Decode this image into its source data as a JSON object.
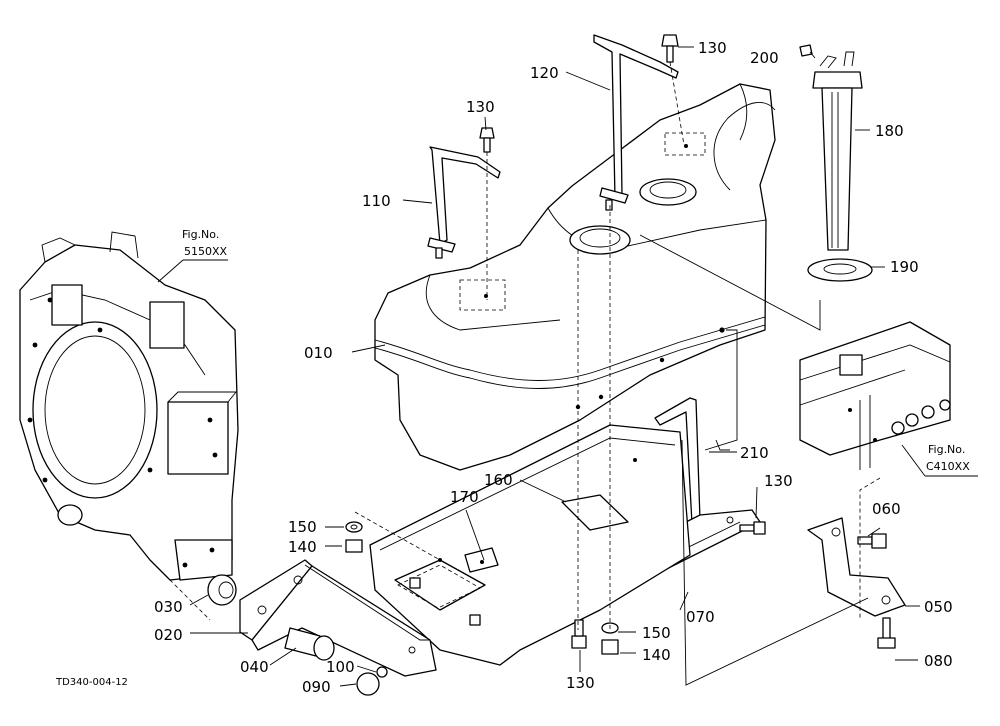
{
  "labels": {
    "p010": "010",
    "p020": "020",
    "p030": "030",
    "p040": "040",
    "p050": "050",
    "p060": "060",
    "p070": "070",
    "p080": "080",
    "p090": "090",
    "p100": "100",
    "p110": "110",
    "p120": "120",
    "p130a": "130",
    "p130b": "130",
    "p130c": "130",
    "p130d": "130",
    "p140a": "140",
    "p140b": "140",
    "p150a": "150",
    "p150b": "150",
    "p160": "160",
    "p170": "170",
    "p180": "180",
    "p190": "190",
    "p200": "200",
    "p210": "210"
  },
  "references": {
    "left_title": "Fig.No.",
    "left_number": "5150XX",
    "right_title": "Fig.No.",
    "right_number": "C410XX"
  },
  "drawing_code": "TD340-004-12"
}
